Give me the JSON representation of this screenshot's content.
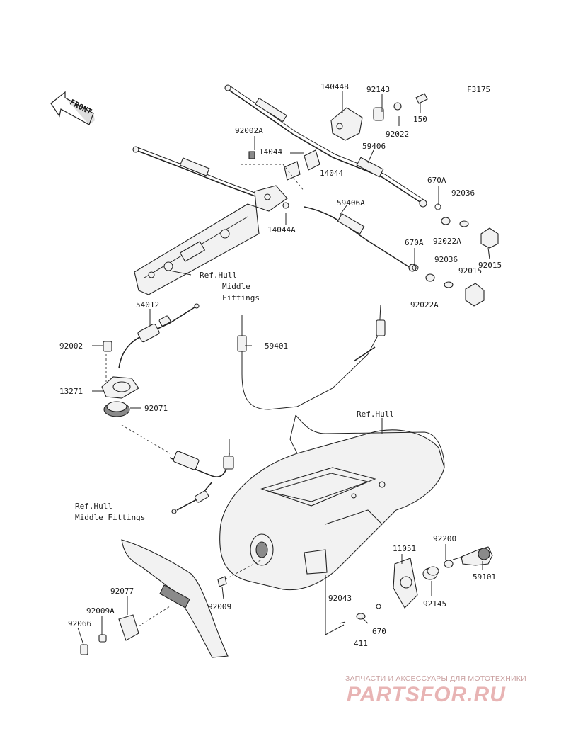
{
  "diagram_code": "F3175",
  "front_label": "FRONT",
  "refs": {
    "hull_middle_fittings_1": [
      "Ref.Hull",
      "Middle",
      "Fittings"
    ],
    "hull": "Ref.Hull",
    "hull_middle_fittings_2": [
      "Ref.Hull",
      "Middle Fittings"
    ]
  },
  "parts": [
    "14044B",
    "92143",
    "150",
    "92022",
    "92002A",
    "14044",
    "14044",
    "59406",
    "670A",
    "92036",
    "14044A",
    "59406A",
    "92022A",
    "92015",
    "670A",
    "92036",
    "92015",
    "92022A",
    "54012",
    "92002",
    "59401",
    "13271",
    "92071",
    "11051",
    "92200",
    "59101",
    "92145",
    "92009",
    "92043",
    "670",
    "411",
    "92077",
    "92009A",
    "92066"
  ],
  "watermark": {
    "tagline": "ЗАПЧАСТИ И АКСЕССУАРЫ ДЛЯ МОТОТЕХНИКИ",
    "logo": "PARTSFOR.RU",
    "color": "#e8b4b4"
  }
}
